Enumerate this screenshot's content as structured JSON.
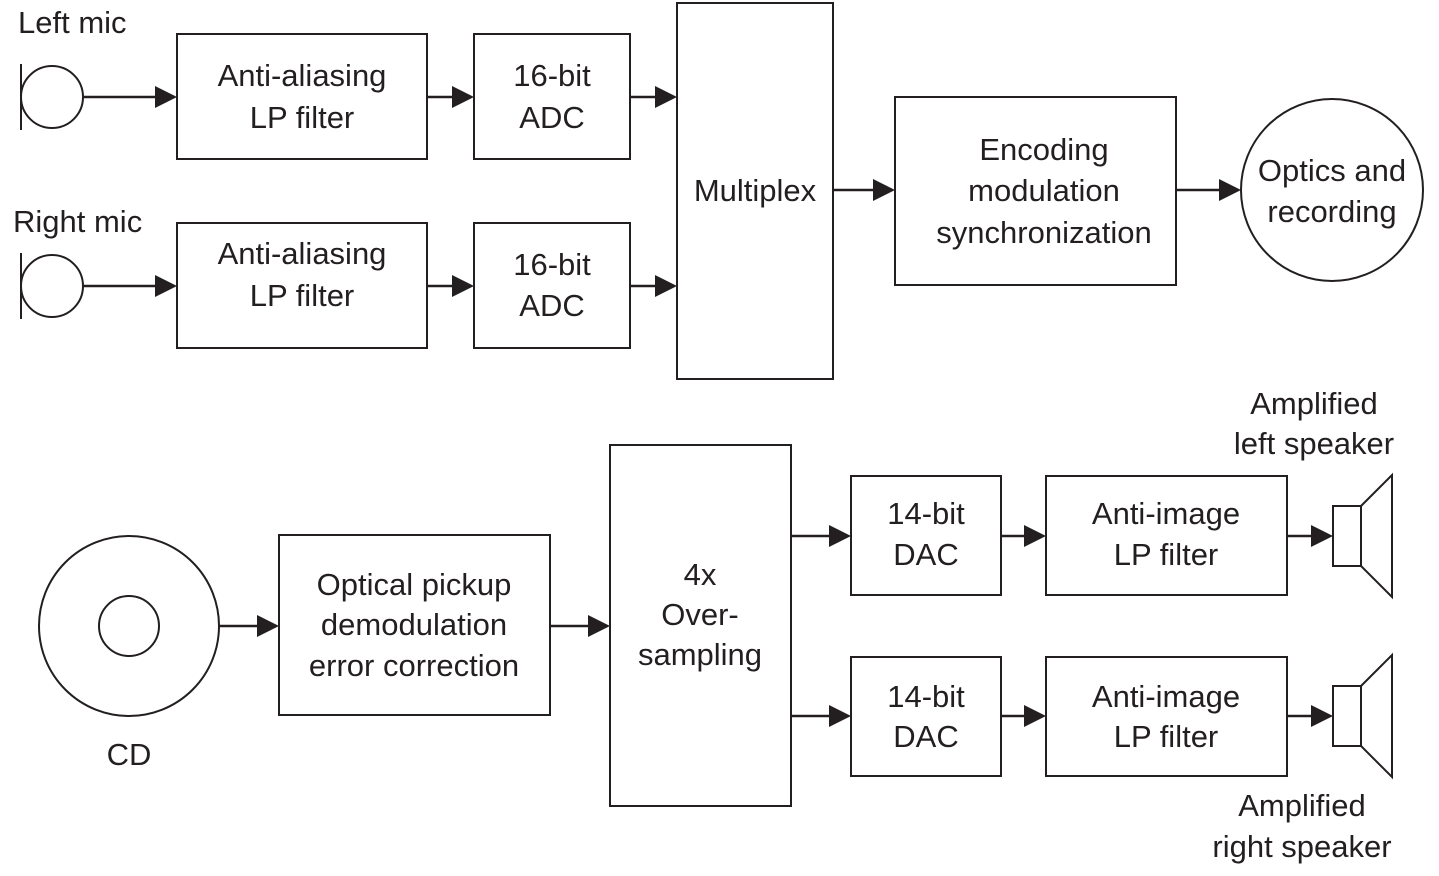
{
  "recording": {
    "left_mic_label": "Left mic",
    "right_mic_label": "Right mic",
    "antialias_left": [
      "Anti-aliasing",
      "LP filter"
    ],
    "antialias_right": [
      "Anti-aliasing",
      "LP filter"
    ],
    "adc_left": [
      "16-bit",
      "ADC"
    ],
    "adc_right": [
      "16-bit",
      "ADC"
    ],
    "multiplex": "Multiplex",
    "encoding": [
      "Encoding",
      "modulation",
      "synchronization"
    ],
    "optics": [
      "Optics and",
      "recording"
    ]
  },
  "playback": {
    "cd_label": "CD",
    "pickup": [
      "Optical pickup",
      "demodulation",
      "error correction"
    ],
    "oversampling": [
      "4x",
      "Over-",
      "sampling"
    ],
    "dac_top": [
      "14-bit",
      "DAC"
    ],
    "dac_bottom": [
      "14-bit",
      "DAC"
    ],
    "antiimage_top": [
      "Anti-image",
      "LP filter"
    ],
    "antiimage_bottom": [
      "Anti-image",
      "LP filter"
    ],
    "left_speaker_label": [
      "Amplified",
      "left speaker"
    ],
    "right_speaker_label": [
      "Amplified",
      "right speaker"
    ]
  }
}
